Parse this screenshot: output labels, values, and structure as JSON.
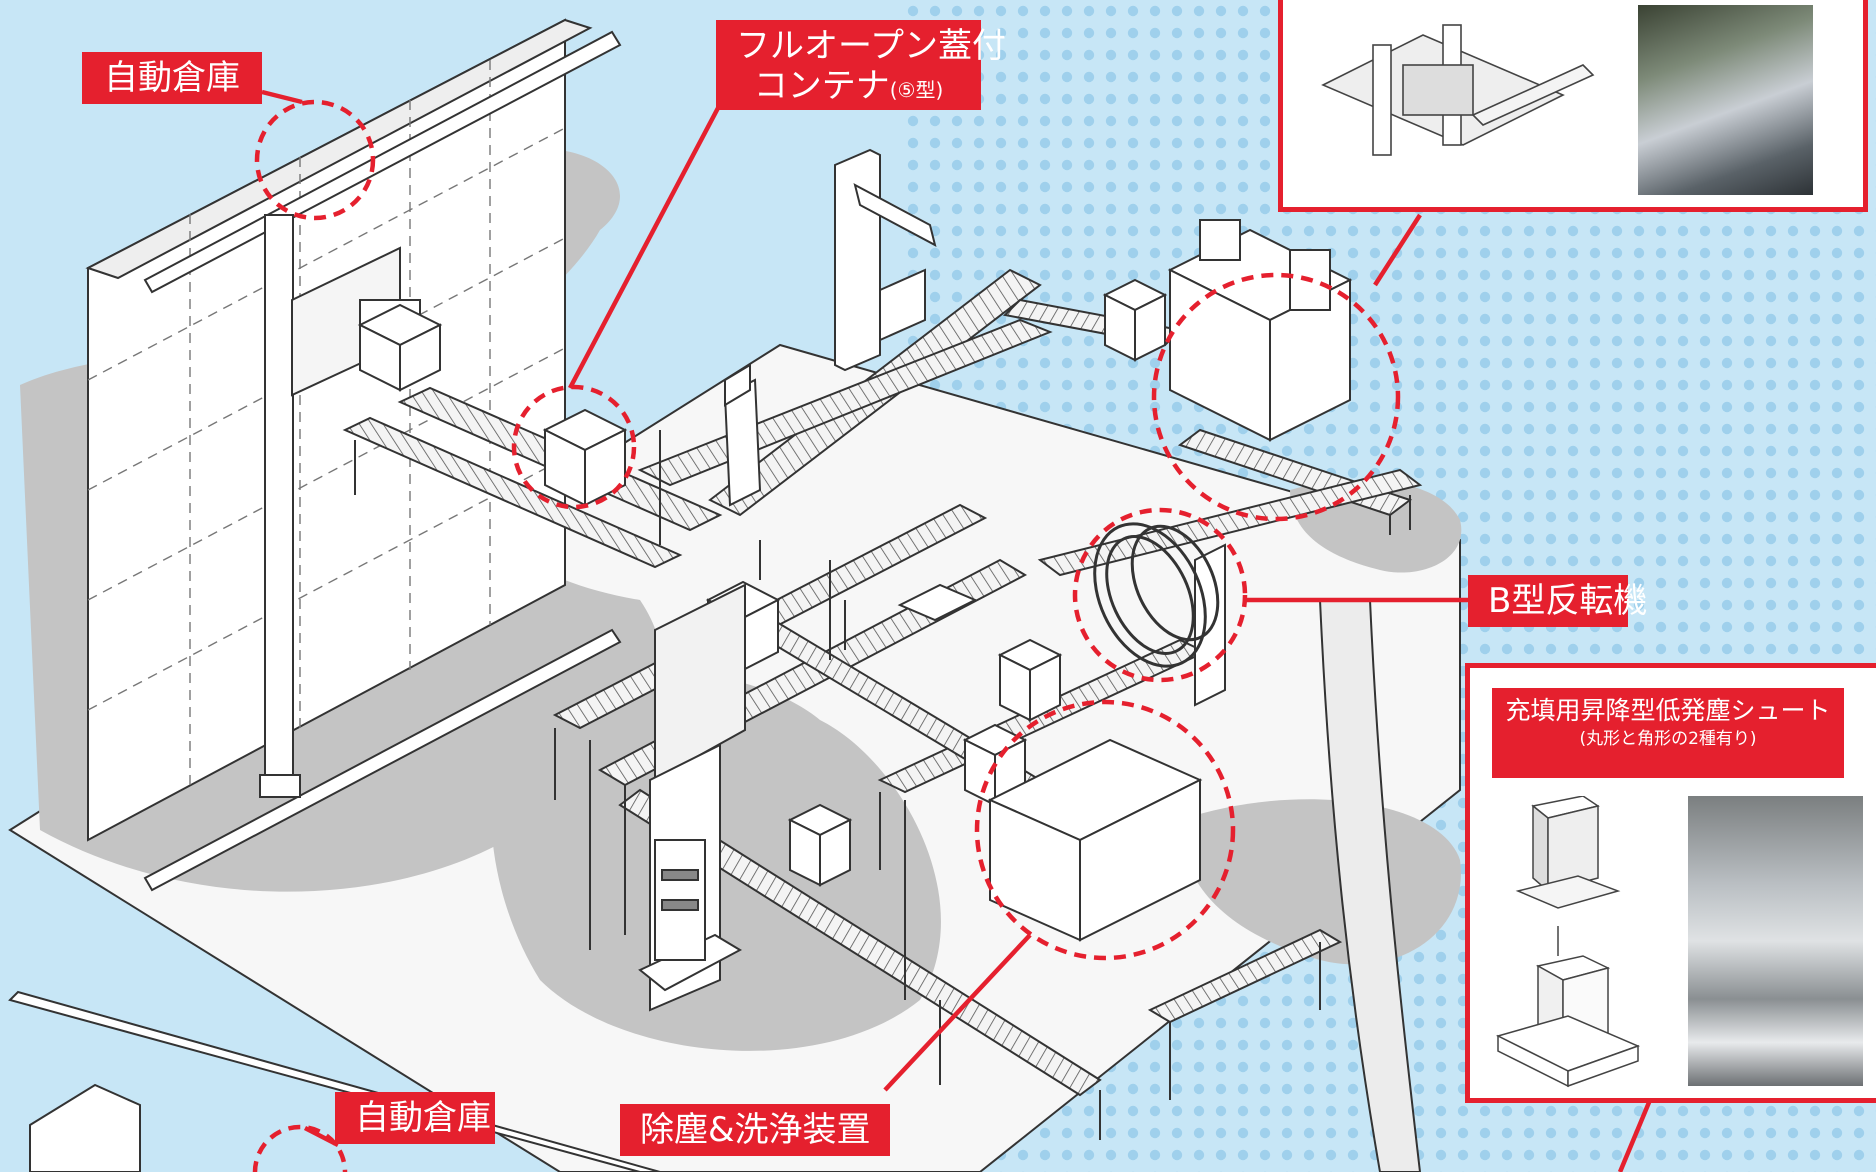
{
  "labels": {
    "auto_warehouse_top": "自動倉庫",
    "container_line1": "フルオープン蓋付",
    "container_line2": "コンテナ",
    "container_suffix": "(⑤型)",
    "b_inverter": "B型反転機",
    "dust_washer": "除塵&洗浄装置",
    "auto_warehouse_bottom": "自動倉庫"
  },
  "chute_inset": {
    "title": "充填用昇降型低発塵シュート",
    "subtitle": "(丸形と角形の2種有り)"
  },
  "colors": {
    "accent_red": "#e5202e",
    "background_blue": "#c7e6f6",
    "shadow_gray": "#c4c4c4"
  }
}
